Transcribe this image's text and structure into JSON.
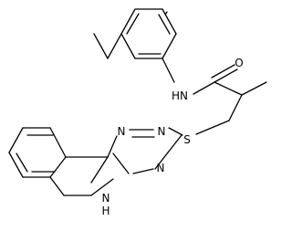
{
  "structure": {
    "atoms": {
      "o": "O",
      "nh_amide": "HN",
      "s": "S",
      "n1": "N",
      "n2": "N",
      "n3": "N",
      "nh_indole": "N",
      "h_indole": "H"
    }
  }
}
